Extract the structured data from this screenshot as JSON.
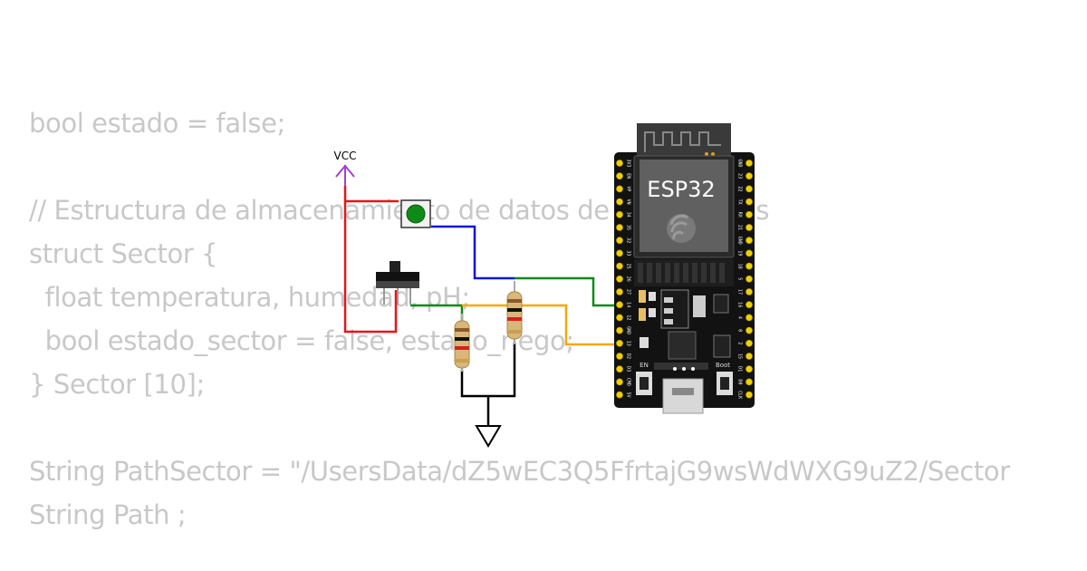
{
  "code": {
    "lines": [
      "bool estado = false;",
      "// Estructura de almacenamiento de datos de los sectores",
      "struct Sector {",
      "  float temperatura, humedad, pH;",
      "  bool estado_sector = false, estado_riego;",
      "} Sector [10];",
      "String PathSector = \"/UsersData/dZ5wEC3Q5FfrtajG9wsWdWXG9uZ2/Sector",
      "String Path ;"
    ]
  },
  "circuit": {
    "vcc_label": "VCC",
    "board_label": "ESP32",
    "en_label": "EN",
    "boot_label": "Boot",
    "left_pins": [
      "3V3",
      "EN",
      "VP",
      "VN",
      "34",
      "35",
      "32",
      "33",
      "25",
      "26",
      "27",
      "14",
      "12",
      "GND",
      "13",
      "D2",
      "D3",
      "CMD",
      "5V"
    ],
    "right_pins": [
      "GND",
      "23",
      "22",
      "TX",
      "RX",
      "21",
      "GND",
      "19",
      "18",
      "5",
      "17",
      "16",
      "4",
      "0",
      "2",
      "15",
      "D1",
      "D0",
      "CLK"
    ],
    "wire_colors": {
      "power": "#e8141c",
      "signal_blue": "#0a16d8",
      "signal_green": "#0c8a14",
      "signal_orange": "#f4a800",
      "ground": "#000000"
    }
  }
}
